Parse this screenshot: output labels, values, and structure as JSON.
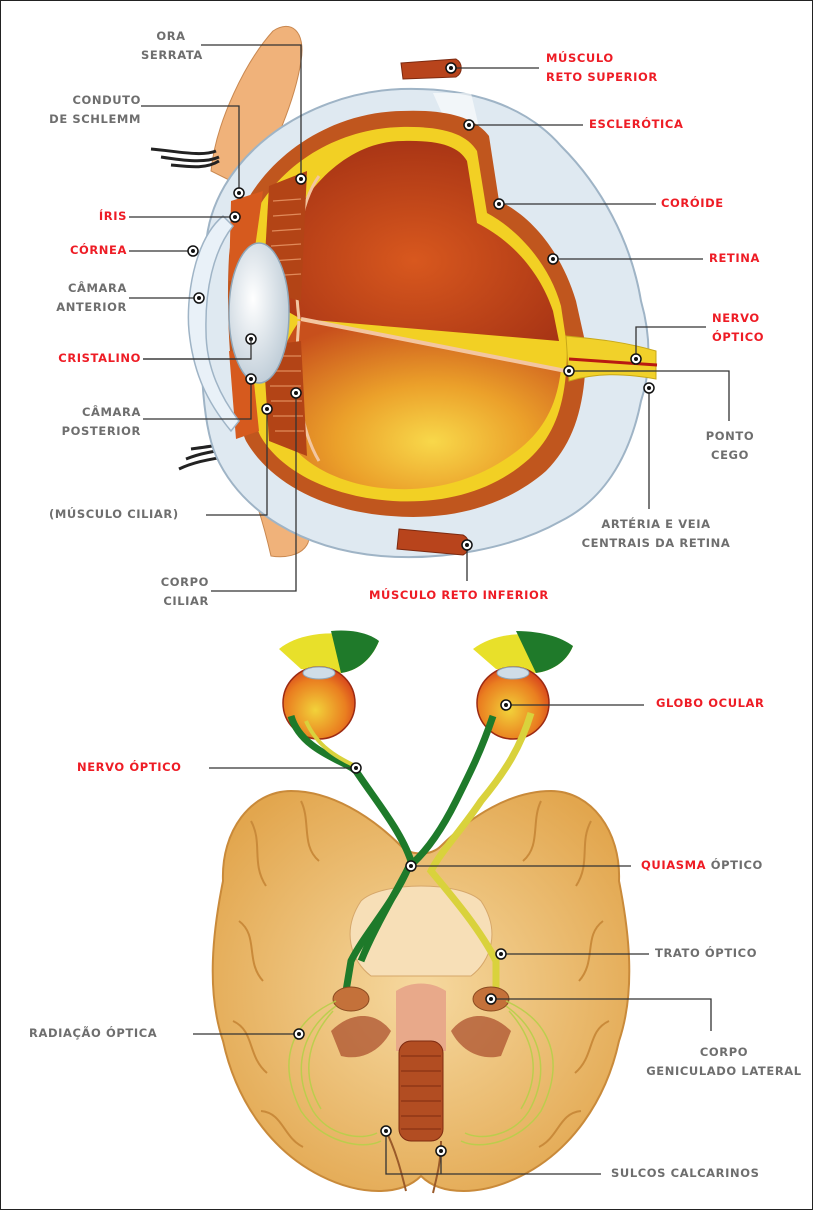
{
  "colors": {
    "label_red": "#ee1c25",
    "label_gray": "#6e6e6e",
    "nerve_green": "#1e7a2a",
    "nerve_yellow": "#d9d23c",
    "brain_tan": "#e8b561",
    "vitreous_orange": "#e08a1e"
  },
  "eye_diagram": {
    "labels": {
      "ora_serrata": "ORA\nSERRATA",
      "conduto_schlemm": "CONDUTO\nDE SCHLEMM",
      "iris": "ÍRIS",
      "cornea": "CÓRNEA",
      "camara_anterior": "CÂMARA\nANTERIOR",
      "cristalino": "CRISTALINO",
      "camara_posterior": "CÂMARA\nPOSTERIOR",
      "musculo_ciliar": "(MÚSCULO CILIAR)",
      "corpo_ciliar": "CORPO\nCILIAR",
      "musculo_reto_superior": "MÚSCULO\nRETO SUPERIOR",
      "esclerotica": "ESCLERÓTICA",
      "coroide": "CORÓIDE",
      "retina": "RETINA",
      "nervo_optico": "NERVO\nÓPTICO",
      "ponto_cego": "PONTO\nCEGO",
      "arteria_veia": "ARTÉRIA E VEIA\nCENTRAIS DA RETINA",
      "musculo_reto_inferior": "MÚSCULO RETO INFERIOR"
    }
  },
  "visual_pathway": {
    "labels": {
      "globo_ocular": "GLOBO OCULAR",
      "nervo_optico": "NERVO ÓPTICO",
      "quiasma_red": "QUIASMA",
      "quiasma_gray": " ÓPTICO",
      "trato_optico": "TRATO ÓPTICO",
      "radiacao_optica": "RADIAÇÃO ÓPTICA",
      "corpo_geniculado": "CORPO\nGENICULADO LATERAL",
      "sulcos_calcarinos": "SULCOS CALCARINOS"
    }
  }
}
